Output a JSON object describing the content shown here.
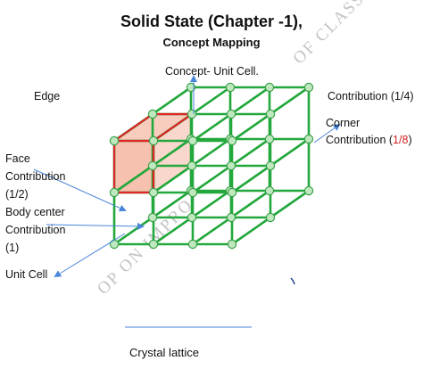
{
  "header": {
    "title": "Solid State (Chapter -1),",
    "subtitle": "Concept Mapping"
  },
  "labels": {
    "concept_unit_cell": "Concept- Unit Cell.",
    "edge": "Edge",
    "edge_contribution": "Contribution (1/4)",
    "corner": "Corner",
    "corner_contribution_prefix": "Contribution (",
    "corner_contribution_value": "1/8",
    "corner_contribution_suffix": ")",
    "face": "Face",
    "face_contribution": "Contribution",
    "face_value": "(1/2)",
    "body_center": "Body center",
    "body_contribution": "Contribution",
    "body_value": "(1)",
    "unit_cell": "Unit Cell",
    "crystal_lattice": "Crystal lattice"
  },
  "watermarks": {
    "upper_right": "OF CLASS XII",
    "lower_left": "OP ON IMPRO"
  },
  "colors": {
    "lattice_line": "#22a83c",
    "lattice_node": "#bfe8bf",
    "node_stroke": "#3aa04a",
    "unit_cell_edge": "#e02424",
    "unit_cell_fill": "#f6b6a2",
    "arrow": "#4a86d8",
    "watermark": "#c4c4c4"
  }
}
